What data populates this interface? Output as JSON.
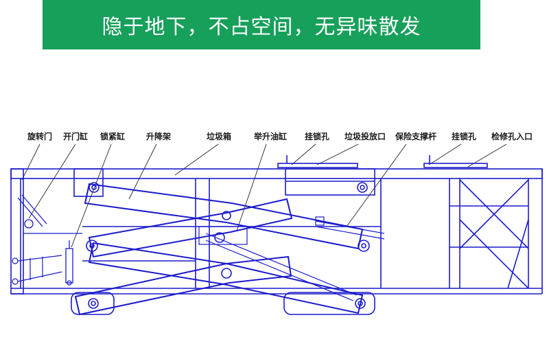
{
  "banner": {
    "title": "隐于地下，不占空间，无异味散发"
  },
  "labels": [
    "旋转门",
    "开门缸",
    "锁紧缸",
    "升降架",
    "垃圾箱",
    "举升油缸",
    "挂锁孔",
    "垃圾投放口",
    "保险支撑杆",
    "挂锁孔",
    "检修孔入口"
  ],
  "colors": {
    "banner": "#16a05a",
    "line": "#1a1acc",
    "leader": "#222222"
  }
}
